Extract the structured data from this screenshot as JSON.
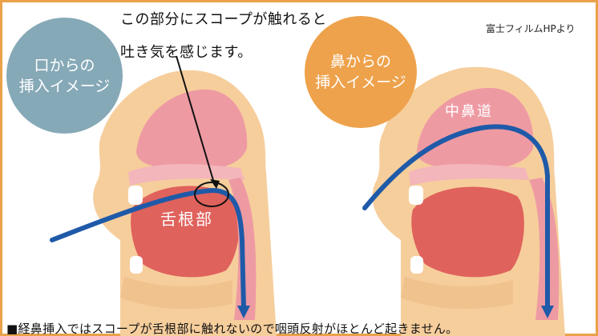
{
  "badges": {
    "mouth": {
      "line1": "口からの",
      "line2": "挿入イメージ"
    },
    "nose": {
      "line1": "鼻からの",
      "line2": "挿入イメージ"
    }
  },
  "callout": {
    "line1": "この部分にスコープが触れると",
    "line2": "吐き気を感じます。"
  },
  "source": "富士フィルムHPより",
  "labels": {
    "tongue_base": "舌根部",
    "middle_meatus": "中鼻道"
  },
  "caption": "■経鼻挿入ではスコープが舌根部に触れないので咽頭反射がほとんど起きません。",
  "colors": {
    "frame": "#e9a24a",
    "scope": "#1f5aa8",
    "skin": "#f6ce9c",
    "tissue": "#ee9aa3",
    "tongue": "#e0625c",
    "badge_mouth": "#86a9b7",
    "badge_nose": "#eea24b"
  }
}
